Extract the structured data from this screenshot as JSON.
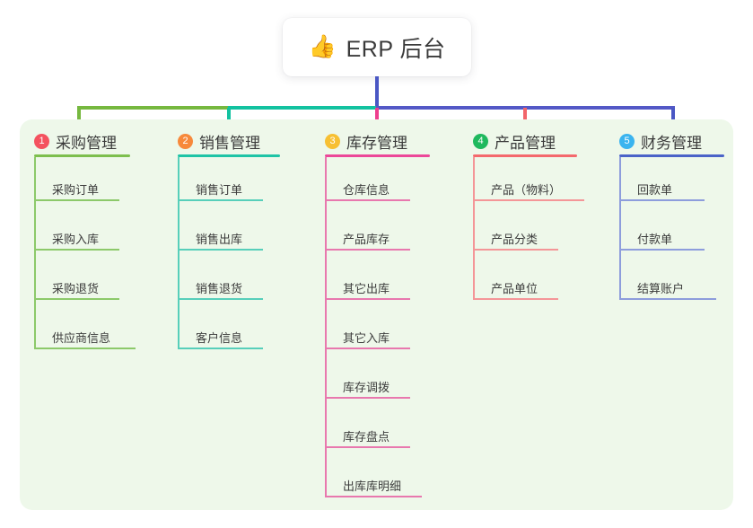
{
  "root": {
    "icon": "thumbs-up-icon",
    "emoji": "👍",
    "title": "ERP 后台"
  },
  "palette": {
    "panel_background": "#eef8ea",
    "card_background": "#ffffff",
    "text": "#3c3c3c",
    "stem_blue": "#4a57c4",
    "bar_green": "#76b83f",
    "bar_teal": "#12c2a0",
    "bar_blue": "#5358c6",
    "drop_green": "#76b83f",
    "drop_teal": "#12c2a0",
    "drop_pink": "#ee3e8e",
    "drop_red": "#f2656a",
    "drop_blue": "#4a57c4"
  },
  "columns": [
    {
      "number": "1",
      "title": "采购管理",
      "badge_color": "#f4525f",
      "rule_color": "#7dbf4e",
      "line_color": "#8cc96a",
      "items": [
        "采购订单",
        "采购入库",
        "采购退货",
        "供应商信息"
      ]
    },
    {
      "number": "2",
      "title": "销售管理",
      "badge_color": "#f7893b",
      "rule_color": "#1fc4a6",
      "line_color": "#57cfba",
      "items": [
        "销售订单",
        "销售出库",
        "销售退货",
        "客户信息"
      ]
    },
    {
      "number": "3",
      "title": "库存管理",
      "badge_color": "#f7c033",
      "rule_color": "#ec4899",
      "line_color": "#e878ae",
      "items": [
        "仓库信息",
        "产品库存",
        "其它出库",
        "其它入库",
        "库存调拨",
        "库存盘点",
        "出库库明细"
      ]
    },
    {
      "number": "4",
      "title": "产品管理",
      "badge_color": "#1fb95e",
      "rule_color": "#f4696d",
      "line_color": "#f49698",
      "items": [
        "产品（物料）",
        "产品分类",
        "产品单位"
      ]
    },
    {
      "number": "5",
      "title": "财务管理",
      "badge_color": "#3ab4ef",
      "rule_color": "#4a63c8",
      "line_color": "#8d9ddc",
      "items": [
        "回款单",
        "付款单",
        "结算账户"
      ]
    }
  ]
}
